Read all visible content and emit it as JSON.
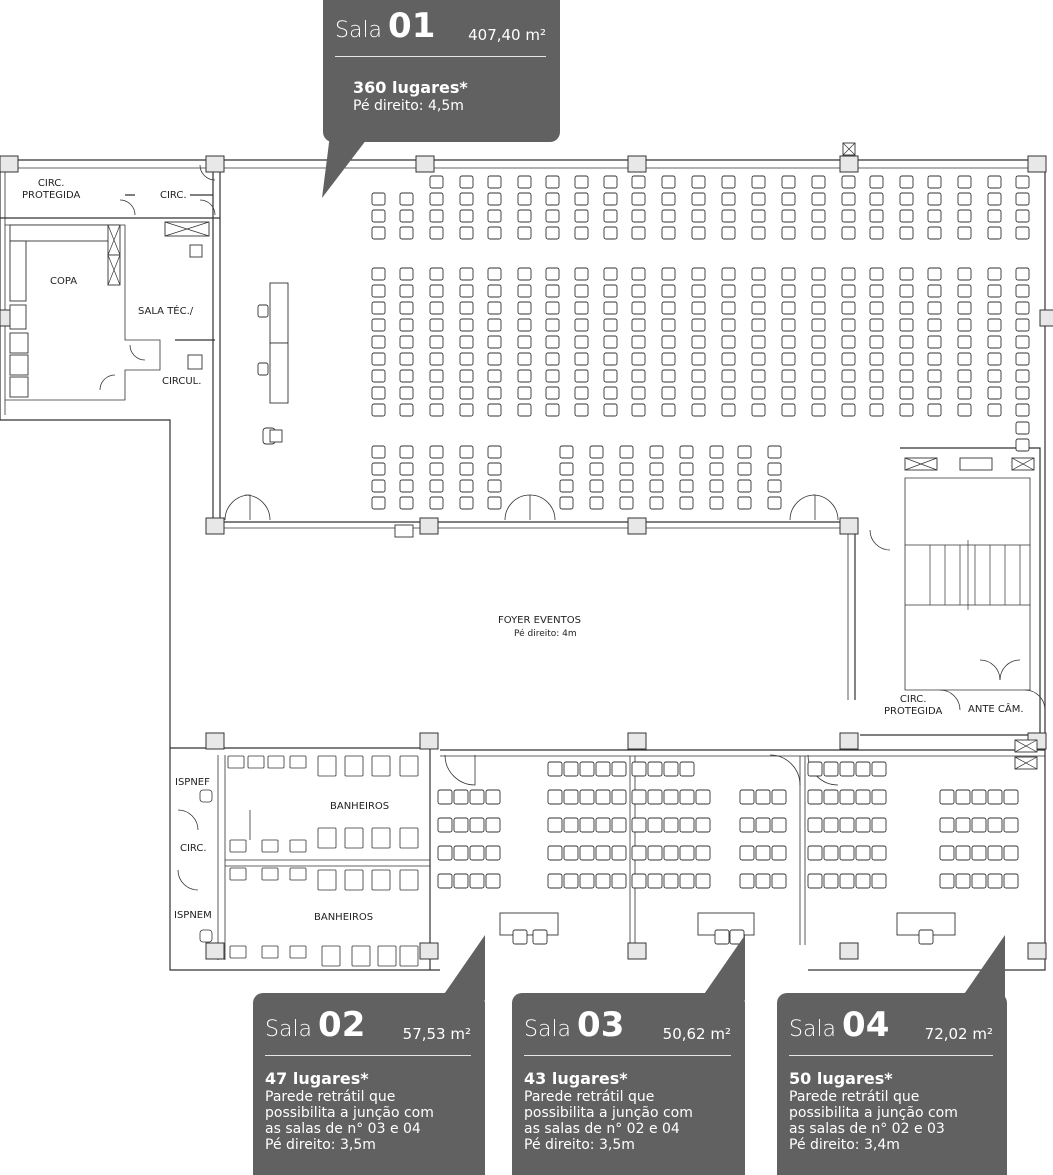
{
  "rooms": {
    "circ_protegida_top": "CIRC.\nPROTEGIDA",
    "circ_top": "CIRC.",
    "copa": "COPA",
    "sala_tec": "SALA TÉC./",
    "circul": "CIRCUL.",
    "foyer": "FOYER EVENTOS",
    "foyer_pe": "Pé direito: 4m",
    "circ_protegida_right": "CIRC.\nPROTEGIDA",
    "ante_cam": "ANTE CÂM.",
    "ispnef": "ISPNEF",
    "circ_left": "CIRC.",
    "ispnem": "ISPNEM",
    "banheiros_1": "BANHEIROS",
    "banheiros_2": "BANHEIROS"
  },
  "callouts": {
    "sala01": {
      "sala": "Sala",
      "num": "01",
      "area": "407,40 m²",
      "lugares": "360 lugares*",
      "lines": [
        "Pé direito: 4,5m"
      ]
    },
    "sala02": {
      "sala": "Sala",
      "num": "02",
      "area": "57,53 m²",
      "lugares": "47 lugares*",
      "lines": [
        "Parede retrátil que",
        "possibilita a junção com",
        "as salas de n° 03 e 04",
        "Pé direito: 3,5m"
      ]
    },
    "sala03": {
      "sala": "Sala",
      "num": "03",
      "area": "50,62 m²",
      "lugares": "43 lugares*",
      "lines": [
        "Parede retrátil que",
        "possibilita a junção com",
        "as salas de n° 02 e 04",
        "Pé direito: 3,5m"
      ]
    },
    "sala04": {
      "sala": "Sala",
      "num": "04",
      "area": "72,02 m²",
      "lugares": "50 lugares*",
      "lines": [
        "Parede retrátil que",
        "possibilita a junção com",
        "as salas de n° 02 e 03",
        "Pé direito: 3,4m"
      ]
    }
  },
  "colors": {
    "callout_bg": "#616161",
    "line": "#333333"
  }
}
